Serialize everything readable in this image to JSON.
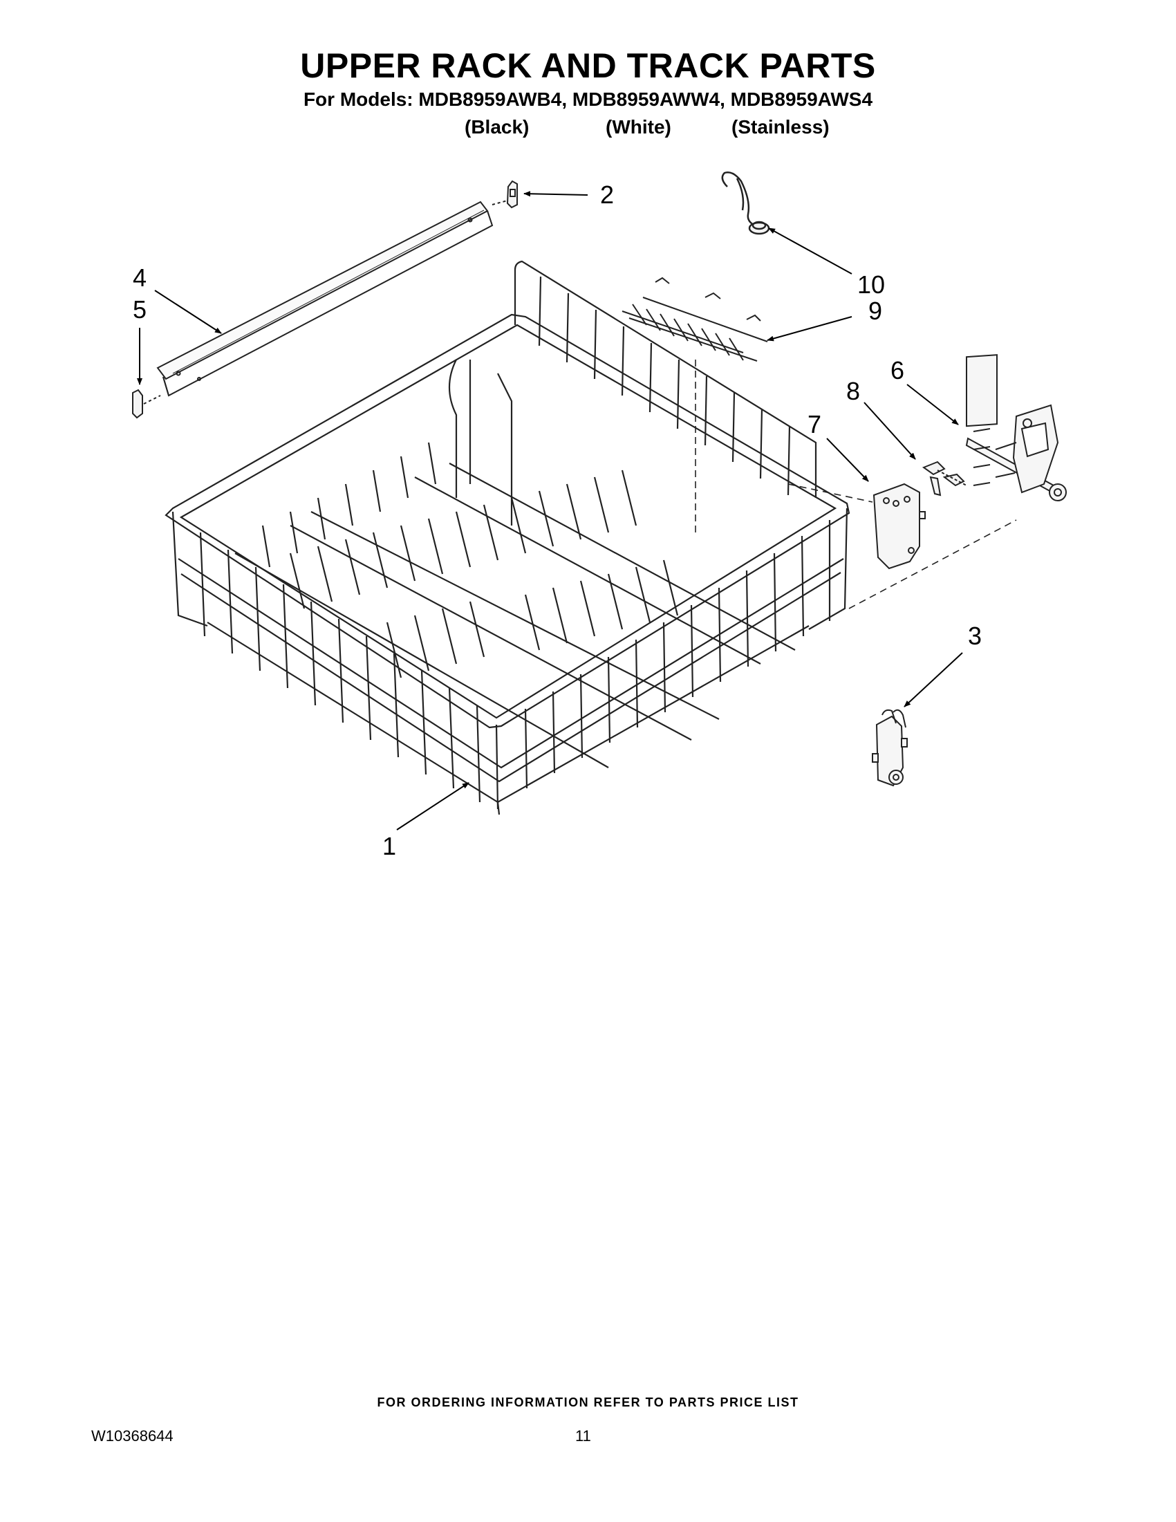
{
  "header": {
    "title": "UPPER RACK AND TRACK PARTS",
    "models_line": "For Models: MDB8959AWB4, MDB8959AWW4, MDB8959AWS4",
    "variants": [
      "(Black)",
      "(White)",
      "(Stainless)"
    ]
  },
  "callouts": [
    "1",
    "2",
    "3",
    "4",
    "5",
    "6",
    "7",
    "8",
    "9",
    "10"
  ],
  "footer": {
    "ordering_note": "FOR ORDERING INFORMATION REFER TO PARTS PRICE LIST",
    "doc_number": "W10368644",
    "page_number": "11"
  }
}
